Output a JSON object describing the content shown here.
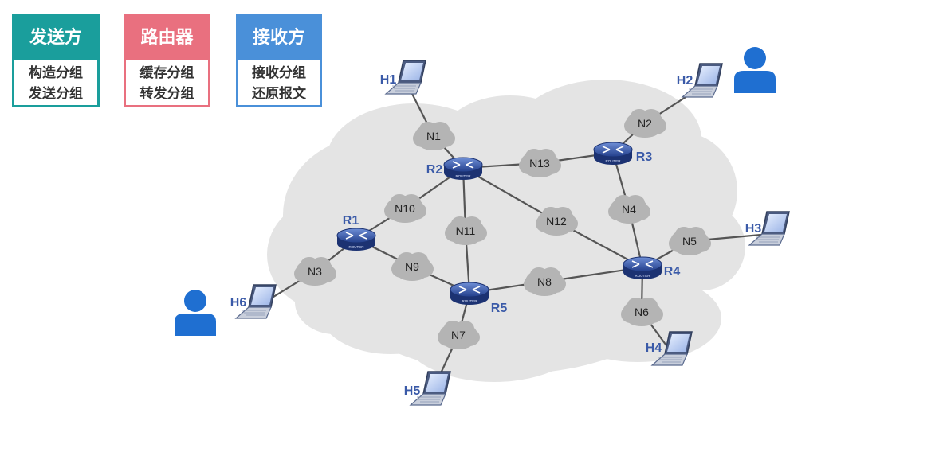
{
  "legend": {
    "sender": {
      "title": "发送方",
      "line1": "构造分组",
      "line2": "发送分组",
      "color": "#1a9e9c"
    },
    "router": {
      "title": "路由器",
      "line1": "缓存分组",
      "line2": "转发分组",
      "color": "#e9707f"
    },
    "receiver": {
      "title": "接收方",
      "line1": "接收分组",
      "line2": "还原报文",
      "color": "#4a90d9"
    }
  },
  "routers": [
    {
      "id": "R1",
      "label": "R1"
    },
    {
      "id": "R2",
      "label": "R2"
    },
    {
      "id": "R3",
      "label": "R3"
    },
    {
      "id": "R4",
      "label": "R4"
    },
    {
      "id": "R5",
      "label": "R5"
    }
  ],
  "router_badge": "ROUTER",
  "networks": [
    "N1",
    "N2",
    "N3",
    "N4",
    "N5",
    "N6",
    "N7",
    "N8",
    "N9",
    "N10",
    "N11",
    "N12",
    "N13"
  ],
  "hosts": [
    "H1",
    "H2",
    "H3",
    "H4",
    "H5",
    "H6"
  ],
  "links": [
    [
      "H1",
      "N1"
    ],
    [
      "N1",
      "R2"
    ],
    [
      "R2",
      "N13"
    ],
    [
      "N13",
      "R3"
    ],
    [
      "R3",
      "N2"
    ],
    [
      "N2",
      "H2"
    ],
    [
      "R2",
      "N10"
    ],
    [
      "N10",
      "R1"
    ],
    [
      "R2",
      "N11"
    ],
    [
      "N11",
      "R5"
    ],
    [
      "R2",
      "N12"
    ],
    [
      "N12",
      "R4"
    ],
    [
      "R3",
      "N4"
    ],
    [
      "N4",
      "R4"
    ],
    [
      "R4",
      "N5"
    ],
    [
      "N5",
      "H3"
    ],
    [
      "R4",
      "N6"
    ],
    [
      "N6",
      "H4"
    ],
    [
      "R4",
      "N8"
    ],
    [
      "N8",
      "R5"
    ],
    [
      "R1",
      "N9"
    ],
    [
      "N9",
      "R5"
    ],
    [
      "R5",
      "N7"
    ],
    [
      "N7",
      "H5"
    ],
    [
      "R1",
      "N3"
    ],
    [
      "N3",
      "H6"
    ]
  ],
  "users": [
    "sender-user",
    "receiver-user"
  ],
  "colors": {
    "cloud": "#e4e4e4",
    "node": "#b4b4b4",
    "link": "#555555",
    "router": "#2f4a9a",
    "user": "#1f6fd1"
  }
}
